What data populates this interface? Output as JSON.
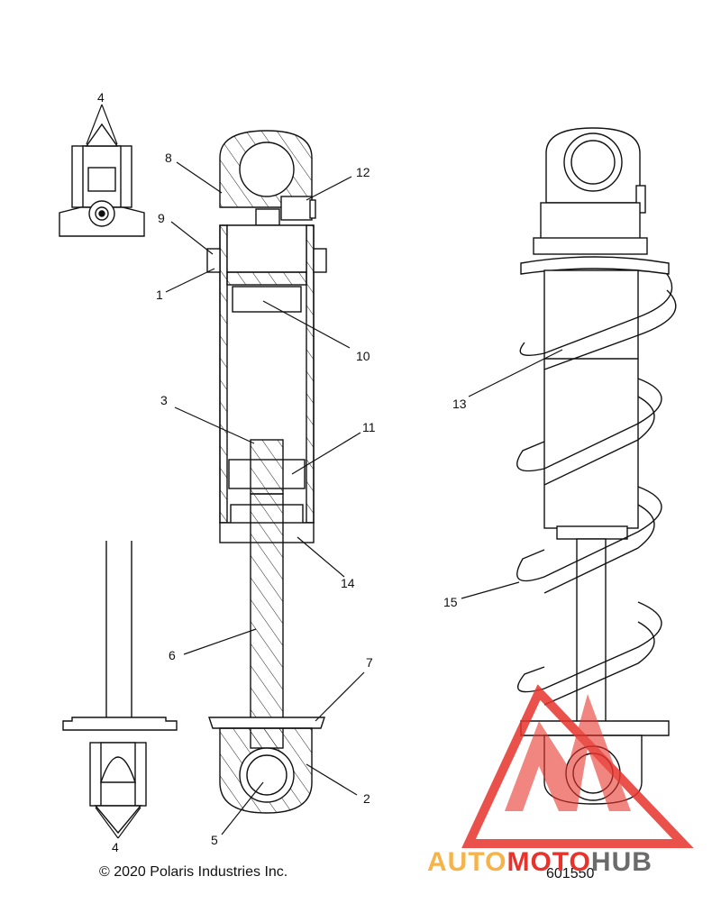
{
  "callouts": {
    "c1": "1",
    "c2": "2",
    "c3": "3",
    "c4_top": "4",
    "c4_bottom": "4",
    "c5": "5",
    "c6": "6",
    "c7": "7",
    "c8": "8",
    "c9": "9",
    "c10": "10",
    "c11": "11",
    "c12": "12",
    "c13": "13",
    "c14": "14",
    "c15": "15"
  },
  "footer": {
    "copyright": "© 2020 Polaris Industries Inc.",
    "diagram_number": "601550"
  },
  "watermark": {
    "part1": "AUTO",
    "part2": "MOTO",
    "part3": "HUB",
    "color_orange": "#f5b34a",
    "color_red": "#e8332c",
    "color_gray": "#6b6b6b"
  }
}
